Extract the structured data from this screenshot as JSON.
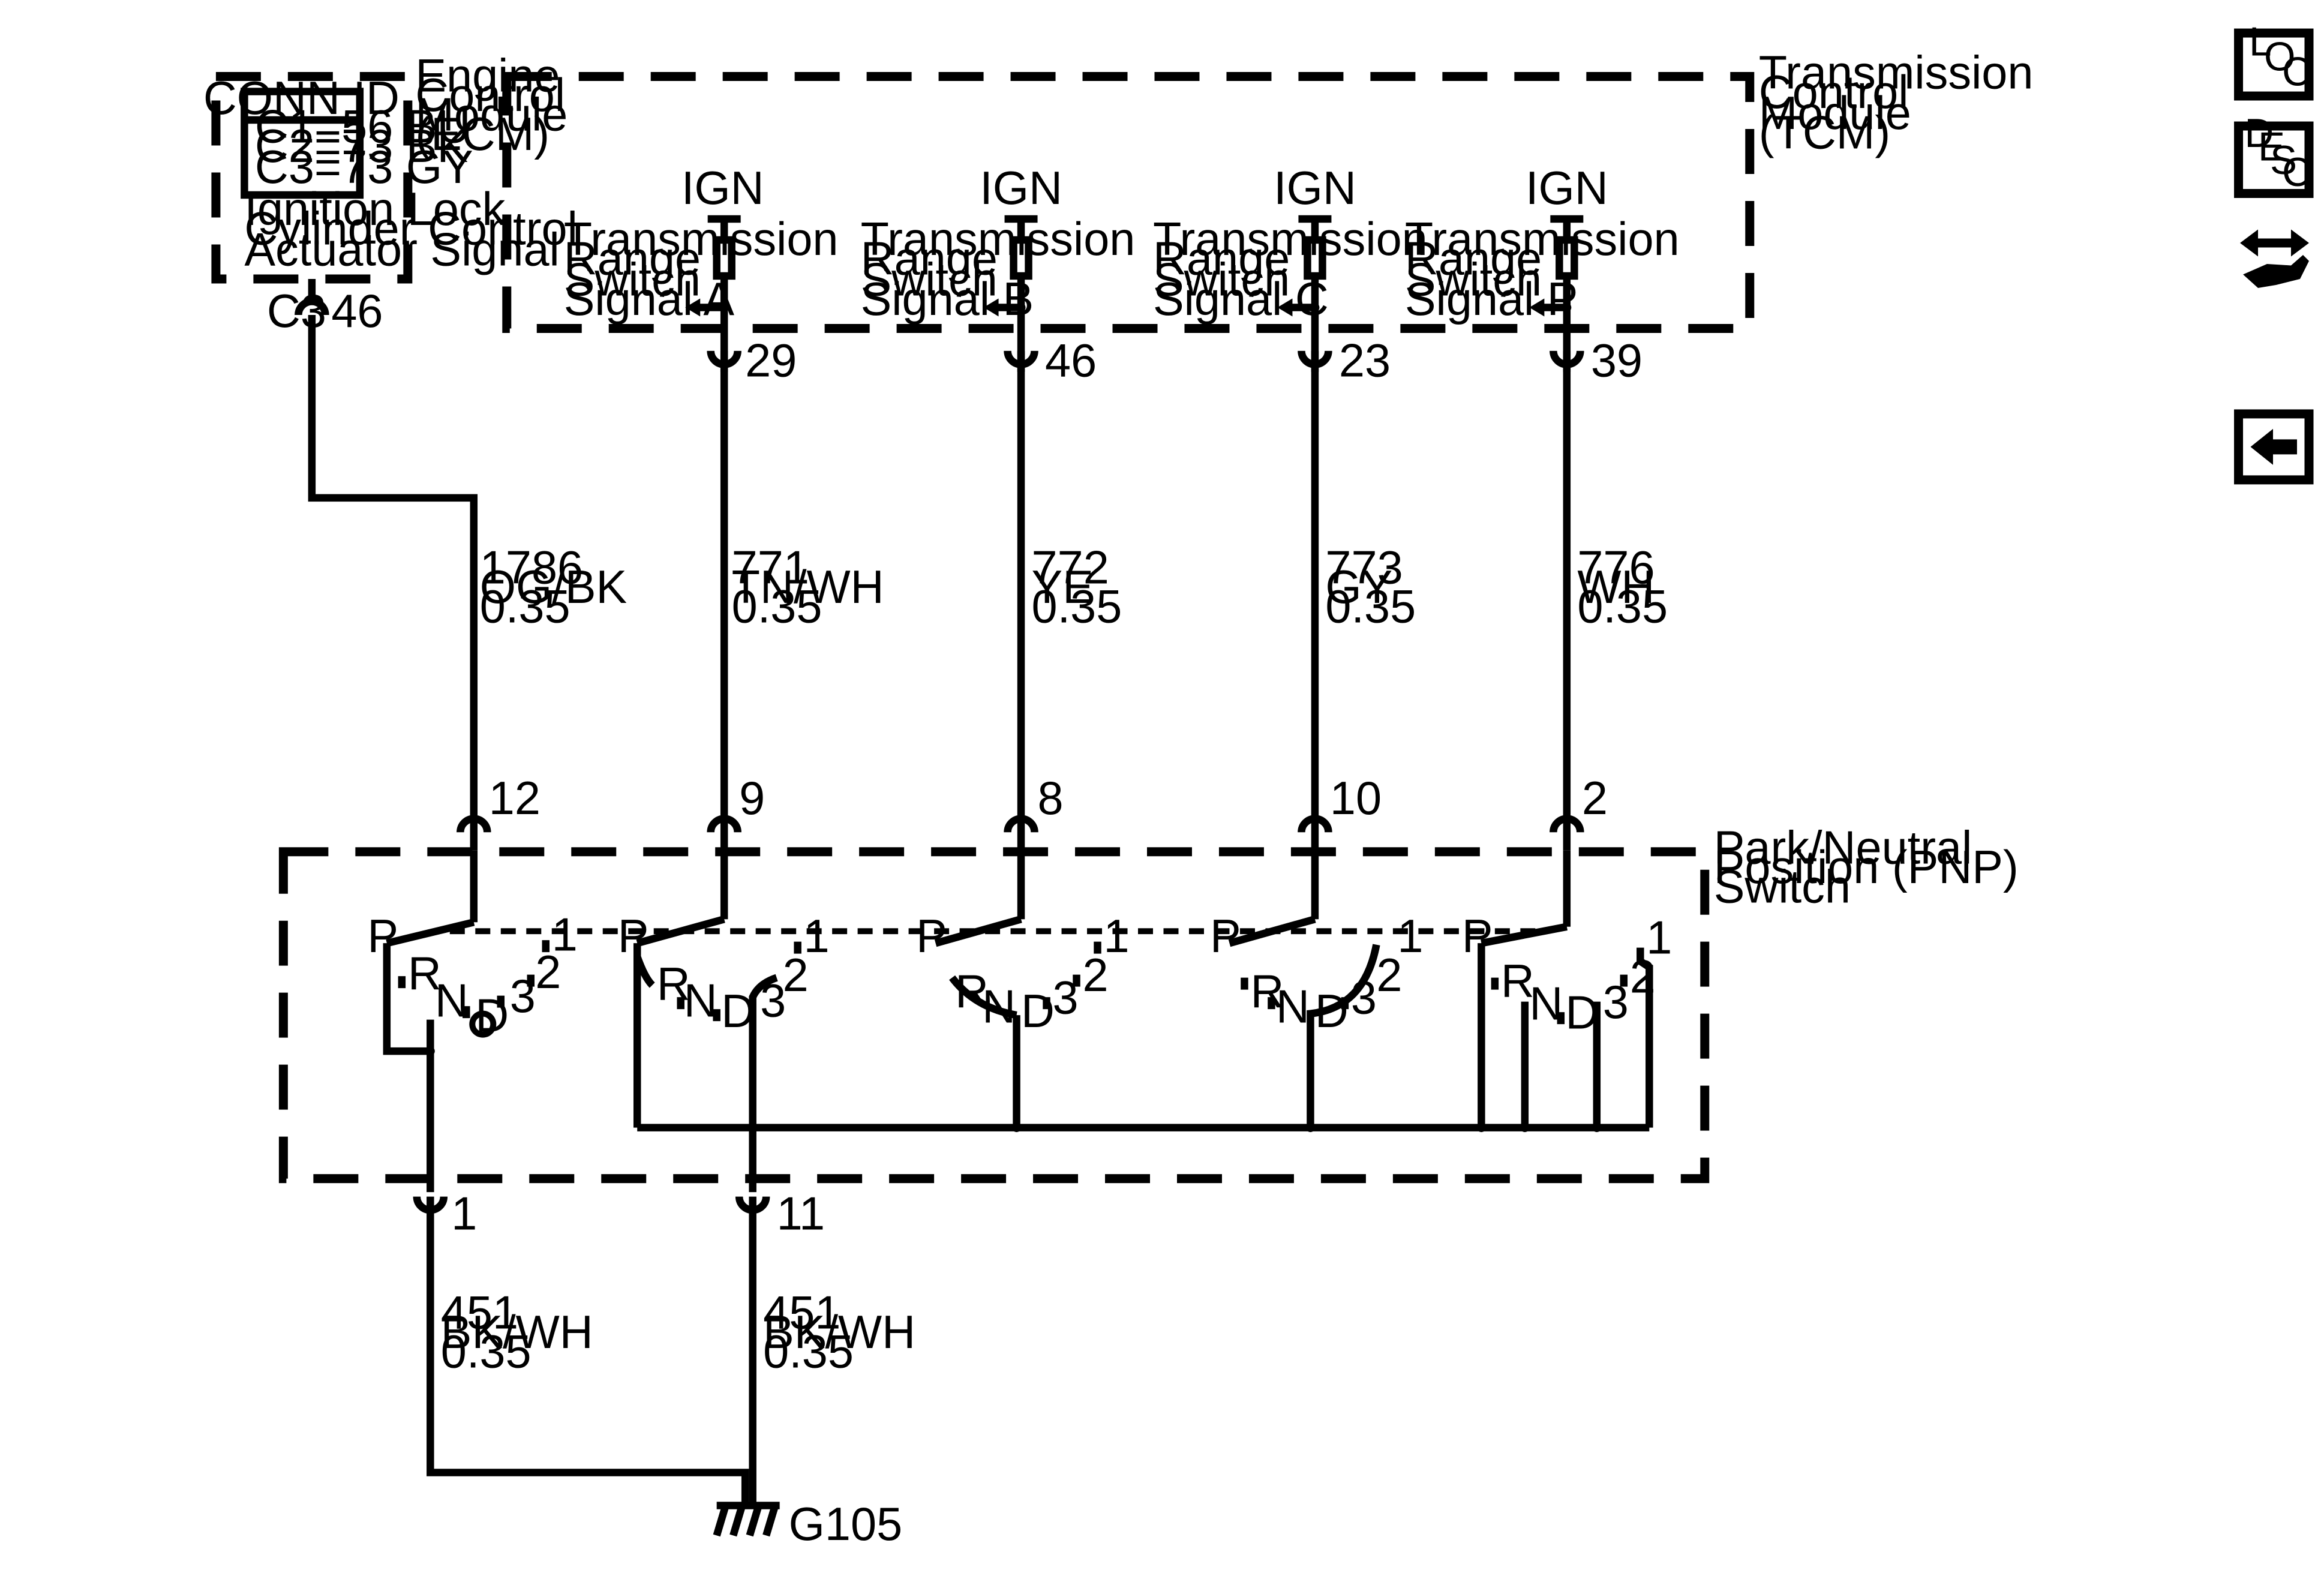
{
  "ecm": {
    "name_lines": [
      "Engine",
      "Control",
      "Module",
      "(ECM)"
    ],
    "conn_title": "CONN ID",
    "conn_lines": [
      "C1=56 BU",
      "C2=73 BK",
      "C3=73 GY"
    ],
    "signal_lines": [
      "Ignition Lock",
      "Cylinder Control",
      "Actuator Signal"
    ],
    "connector": "C3",
    "pin": "46"
  },
  "tcm": {
    "name_lines": [
      "Transmission",
      "Control",
      "Module",
      "(TCM)"
    ],
    "ign_label": "IGN",
    "signals": [
      {
        "lines": [
          "Transmission",
          "Range",
          "Switch",
          "Signal A"
        ],
        "pin": "29"
      },
      {
        "lines": [
          "Transmission",
          "Range",
          "Switch",
          "Signal B"
        ],
        "pin": "46"
      },
      {
        "lines": [
          "Transmission",
          "Range",
          "Switch",
          "Signal C"
        ],
        "pin": "23"
      },
      {
        "lines": [
          "Transmission",
          "Range",
          "Switch",
          "Signal P"
        ],
        "pin": "39"
      }
    ]
  },
  "wires": [
    {
      "circuit": "1786",
      "color": "OG/BK",
      "gauge": "0.35"
    },
    {
      "circuit": "771",
      "color": "TN/WH",
      "gauge": "0.35"
    },
    {
      "circuit": "772",
      "color": "YE",
      "gauge": "0.35"
    },
    {
      "circuit": "773",
      "color": "GY",
      "gauge": "0.35"
    },
    {
      "circuit": "776",
      "color": "WH",
      "gauge": "0.35"
    }
  ],
  "pnp": {
    "name_lines": [
      "Park/Neutral",
      "Position (PNP)",
      "Switch"
    ],
    "top_pins": [
      "12",
      "9",
      "8",
      "10",
      "2"
    ],
    "bottom_pins": [
      "1",
      "11"
    ],
    "positions": {
      "p": "P",
      "r": "R",
      "n": "N",
      "d": "D",
      "three": "3",
      "two": "2",
      "one": "1"
    }
  },
  "ground_wires": [
    {
      "circuit": "451",
      "color": "BK/WH",
      "gauge": "0.35"
    },
    {
      "circuit": "451",
      "color": "BK/WH",
      "gauge": "0.35"
    }
  ],
  "ground": "G105",
  "nav": {
    "loc": [
      "L",
      "O",
      "C"
    ],
    "desc": [
      "D",
      "E",
      "S",
      "C"
    ],
    "icons": [
      "loc-icon",
      "desc-icon",
      "connector-hand-icon",
      "back-arrow-icon"
    ]
  }
}
